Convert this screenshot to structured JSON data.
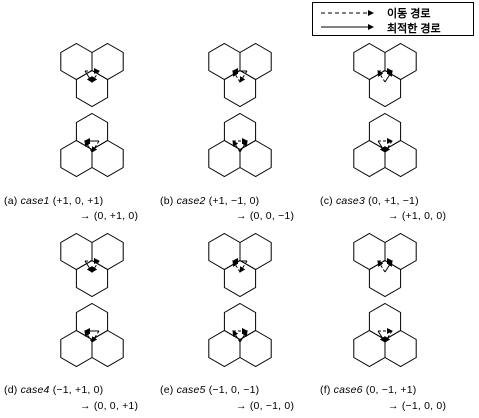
{
  "legend": {
    "items": [
      {
        "style": "dashed",
        "label": "이동 경로"
      },
      {
        "style": "solid",
        "label": "최적한 경로"
      }
    ]
  },
  "cases": [
    {
      "tag": "(a)",
      "name": "case1",
      "from": "(+1, 0, +1)",
      "to": "(0, +1, 0)"
    },
    {
      "tag": "(b)",
      "name": "case2",
      "from": "(+1, −1, 0)",
      "to": "(0, 0, −1)"
    },
    {
      "tag": "(c)",
      "name": "case3",
      "from": "(0, +1, −1)",
      "to": "(+1, 0, 0)"
    },
    {
      "tag": "(d)",
      "name": "case4",
      "from": "(−1, +1, 0)",
      "to": "(0, 0, +1)"
    },
    {
      "tag": "(e)",
      "name": "case5",
      "from": "(−1, 0, −1)",
      "to": "(0, −1, 0)"
    },
    {
      "tag": "(f)",
      "name": "case6",
      "from": "(0, −1, +1)",
      "to": "(−1, 0, 0)"
    }
  ],
  "arrow_symbol": "→",
  "colors": {
    "ink": "#000000",
    "background": "#ffffff"
  }
}
